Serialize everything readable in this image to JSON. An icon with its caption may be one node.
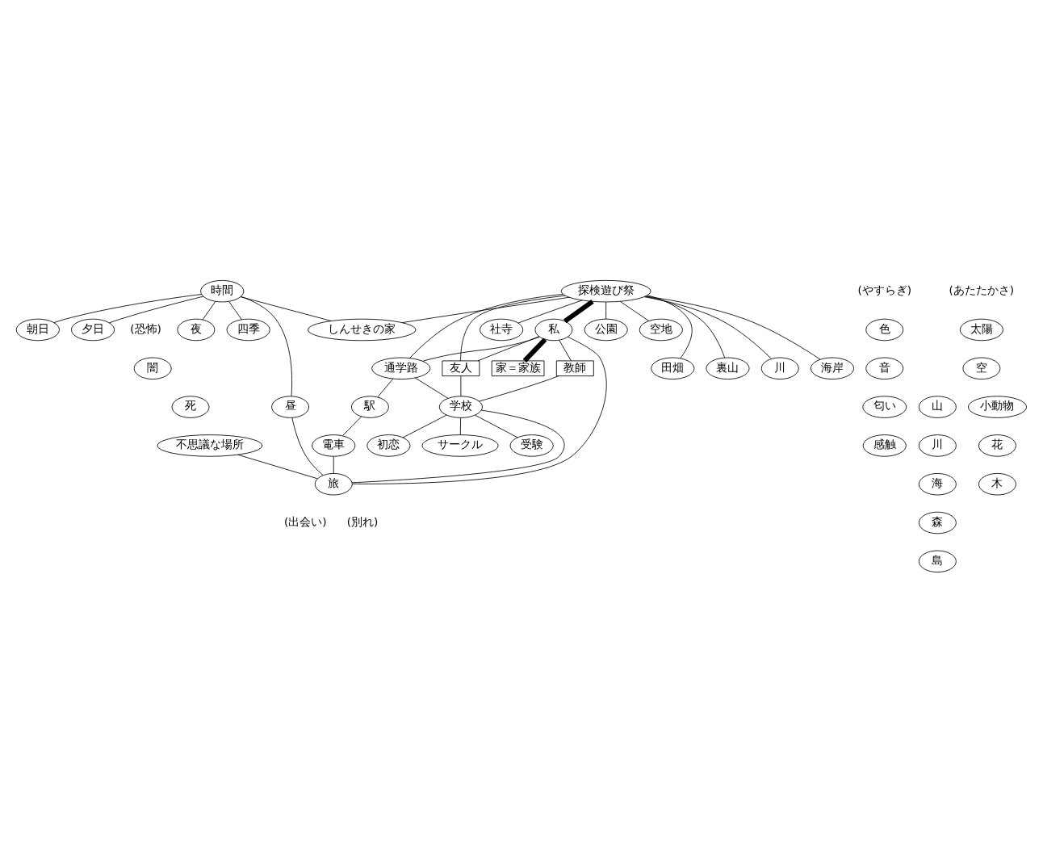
{
  "diagram": {
    "nodes": [
      {
        "text": [
          "時間"
        ]
      },
      {
        "text": [
          "夜"
        ]
      },
      {
        "text": [
          "色"
        ]
      },
      {
        "text": [
          "四季"
        ]
      },
      {
        "text": [
          "朝日"
        ]
      },
      {
        "text": [
          "夕日"
        ]
      },
      {
        "text": [
          "昼"
        ]
      },
      {
        "text": [
          "太陽"
        ]
      },
      {
        "text": [
          "音"
        ]
      },
      {
        "text": [
          "空"
        ]
      },
      {
        "text": [
          "匂い"
        ]
      },
      {
        "text": [
          "山"
        ]
      },
      {
        "text": [
          "小動物"
        ]
      },
      {
        "text": [
          "社寺"
        ]
      },
      {
        "text": [
          "公園"
        ]
      },
      {
        "text": [
          "空地"
        ]
      },
      {
        "text": [
          "しんせきの家"
        ]
      },
      {
        "text": [
          "感触"
        ]
      },
      {
        "text": [
          "川"
        ]
      },
      {
        "text": [
          "花"
        ]
      },
      {
        "text": [
          "田畑"
        ]
      },
      {
        "text": [
          "家＝家族"
        ]
      },
      {
        "text": [
          "海"
        ]
      },
      {
        "text": [
          "木"
        ]
      },
      {
        "text": [
          "裏山"
        ]
      },
      {
        "text": [
          "探検遊び祭"
        ]
      },
      {
        "text": [
          "私"
        ]
      },
      {
        "text": [
          "川"
        ]
      },
      {
        "text": [
          "森"
        ]
      },
      {
        "text": [
          "友人"
        ]
      },
      {
        "text": [
          "教師"
        ]
      },
      {
        "text": [
          "島"
        ]
      },
      {
        "text": [
          "海岸"
        ]
      },
      {
        "text": [
          "通学路"
        ]
      },
      {
        "text": [
          "駅"
        ]
      },
      {
        "text": [
          "学校"
        ]
      },
      {
        "text": [
          "電車"
        ]
      },
      {
        "text": [
          "受験"
        ]
      },
      {
        "text": [
          "初恋"
        ]
      },
      {
        "text": [
          "サークル"
        ]
      },
      {
        "text": [
          "旅"
        ]
      },
      {
        "text": [
          "闇"
        ]
      },
      {
        "text": [
          "死"
        ]
      },
      {
        "text": [
          "不思議な場所"
        ]
      }
    ],
    "edges": [
      {
        "from": 0,
        "to": 1,
        "arrow": "none"
      },
      {
        "from": 0,
        "to": 3,
        "arrow": "none"
      },
      {
        "from": 0,
        "to": 4,
        "arrow": "none"
      },
      {
        "from": 0,
        "to": 5,
        "arrow": "none"
      },
      {
        "from": 0,
        "to": 6,
        "arrow": "none"
      },
      {
        "from": 0,
        "to": 16,
        "arrow": "none"
      },
      {
        "from": 25,
        "to": 13,
        "arrow": "none"
      },
      {
        "from": 25,
        "to": 14,
        "arrow": "none"
      },
      {
        "from": 25,
        "to": 15,
        "arrow": "none"
      },
      {
        "from": 25,
        "to": 16,
        "arrow": "none"
      },
      {
        "from": 25,
        "to": 20,
        "arrow": "none"
      },
      {
        "from": 25,
        "to": 24,
        "arrow": "none"
      },
      {
        "from": 25,
        "to": 27,
        "arrow": "none"
      },
      {
        "from": 25,
        "to": 32,
        "arrow": "none"
      },
      {
        "from": 25,
        "to": 26,
        "arrow": "none",
        "style": "thick"
      },
      {
        "from": 26,
        "to": 21,
        "arrow": "none",
        "style": "thick"
      },
      {
        "from": 25,
        "to": 29,
        "arrow": "none"
      },
      {
        "from": 25,
        "to": 33,
        "arrow": "none"
      },
      {
        "from": 26,
        "to": 29,
        "arrow": "none"
      },
      {
        "from": 26,
        "to": 30,
        "arrow": "none"
      },
      {
        "from": 26,
        "to": 33,
        "arrow": "none"
      },
      {
        "from": 26,
        "to": 40,
        "arrow": "none"
      },
      {
        "from": 29,
        "to": 35,
        "arrow": "none"
      },
      {
        "from": 30,
        "to": 35,
        "arrow": "none"
      },
      {
        "from": 33,
        "to": 35,
        "arrow": "none"
      },
      {
        "from": 33,
        "to": 34,
        "arrow": "none"
      },
      {
        "from": 34,
        "to": 36,
        "arrow": "none"
      },
      {
        "from": 35,
        "to": 37,
        "arrow": "none"
      },
      {
        "from": 35,
        "to": 38,
        "arrow": "none"
      },
      {
        "from": 35,
        "to": 39,
        "arrow": "none"
      },
      {
        "from": 35,
        "to": 40,
        "arrow": "none"
      },
      {
        "from": 36,
        "to": 40,
        "arrow": "none"
      },
      {
        "from": 6,
        "to": 40,
        "arrow": "none"
      },
      {
        "from": 43,
        "to": 40,
        "arrow": "none"
      }
    ],
    "labels": [
      "(やすらぎ)",
      "(あたたかさ)",
      "(恐怖)",
      "(出会い)",
      "(別れ)"
    ]
  }
}
